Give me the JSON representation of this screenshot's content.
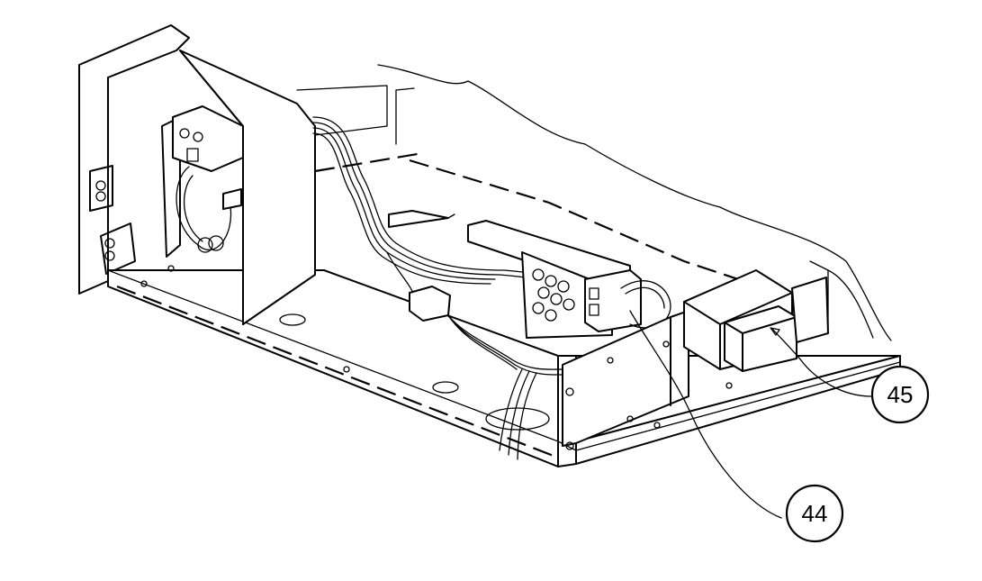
{
  "diagram": {
    "callouts": [
      {
        "label": "44",
        "target": "wire-harness-connector"
      },
      {
        "label": "45",
        "target": "transformer-block"
      }
    ]
  }
}
